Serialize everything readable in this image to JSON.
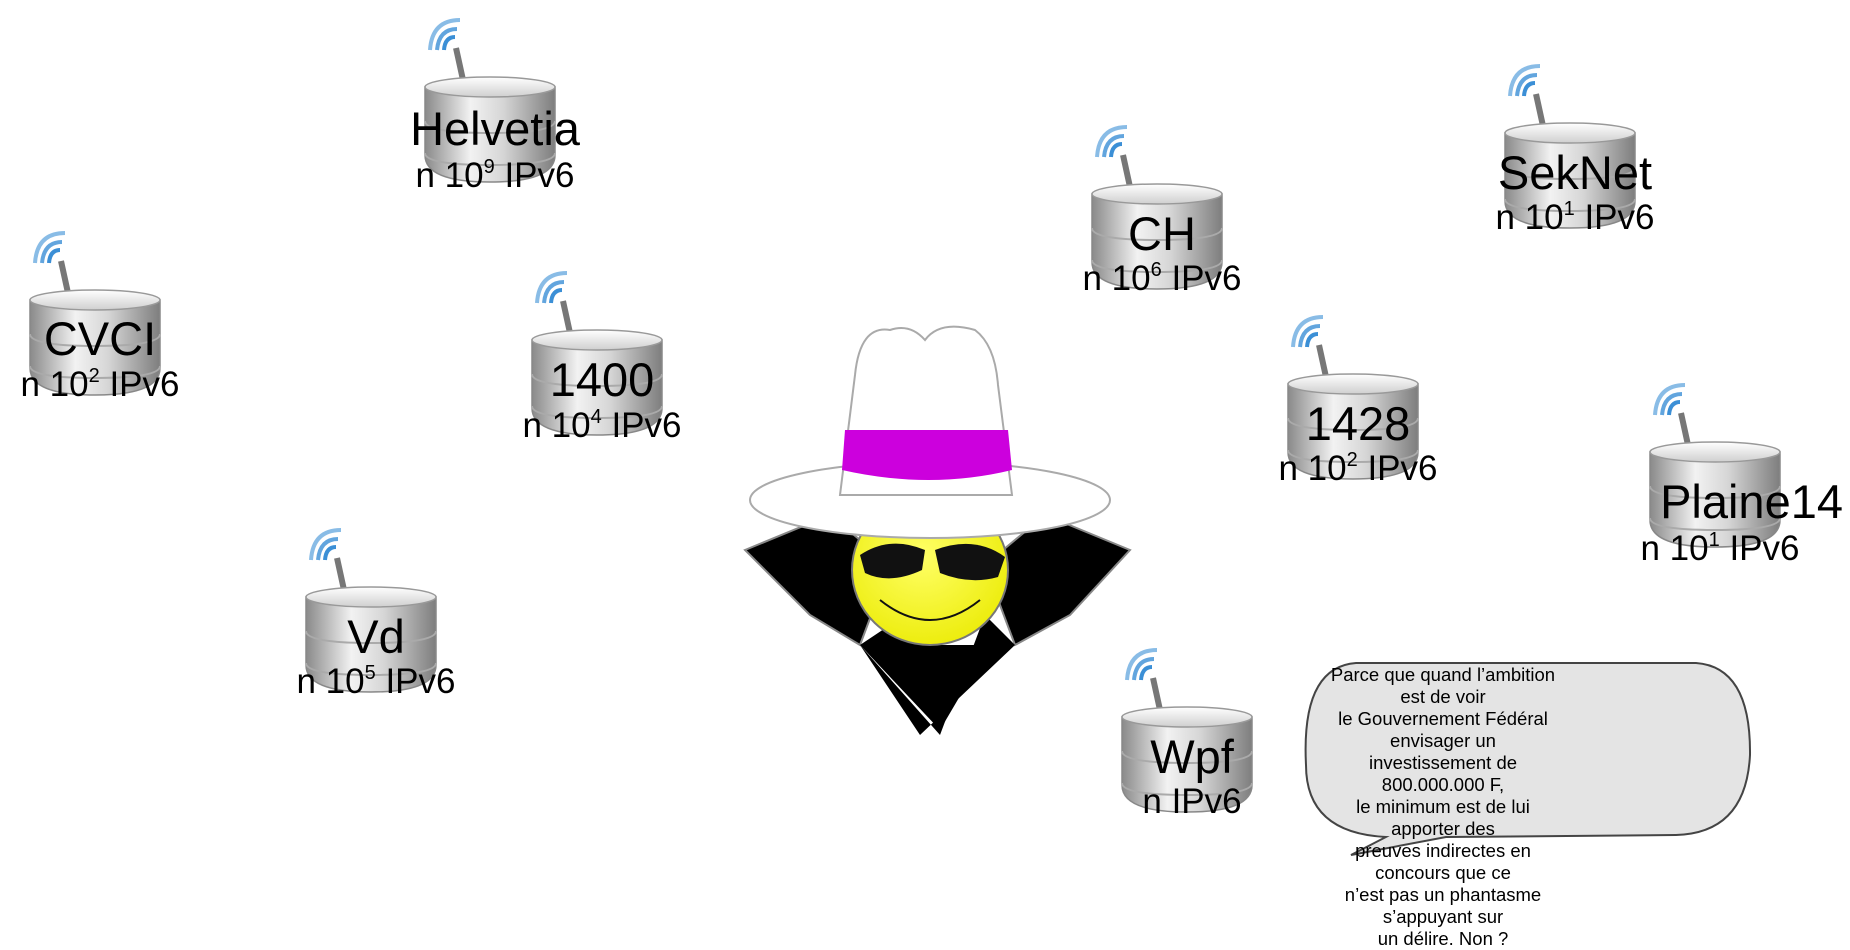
{
  "nodes": [
    {
      "id": "helvetia",
      "name": "Helvetia",
      "prefix": "n 10",
      "exp": "9",
      "suffix": " IPv6"
    },
    {
      "id": "cvci",
      "name": "CVCI",
      "prefix": "n 10",
      "exp": "2",
      "suffix": " IPv6"
    },
    {
      "id": "1400",
      "name": "1400",
      "prefix": "n 10",
      "exp": "4",
      "suffix": " IPv6"
    },
    {
      "id": "vd",
      "name": "Vd",
      "prefix": "n 10",
      "exp": "5",
      "suffix": " IPv6"
    },
    {
      "id": "ch",
      "name": "CH",
      "prefix": "n 10",
      "exp": "6",
      "suffix": " IPv6"
    },
    {
      "id": "seknet",
      "name": "SekNet",
      "prefix": "n 10",
      "exp": "1",
      "suffix": " IPv6"
    },
    {
      "id": "1428",
      "name": "1428",
      "prefix": "n 10",
      "exp": "2",
      "suffix": " IPv6"
    },
    {
      "id": "plaine14",
      "name": "Plaine14",
      "prefix": "n 10",
      "exp": "1",
      "suffix": " IPv6"
    },
    {
      "id": "wpf",
      "name": "Wpf",
      "prefix": "n IPv6",
      "exp": "",
      "suffix": ""
    }
  ],
  "speech_bubble": {
    "lines": [
      "Parce que quand l’ambition est de voir",
      "le Gouvernement Fédéral envisager un",
      "investissement de 800.000.000 F,",
      "le minimum est de lui apporter des",
      "preuves indirectes en concours que ce",
      "n’est pas un phantasme s’appuyant sur",
      "un délire. Non ?"
    ]
  },
  "colors": {
    "server_light": "#eeeeee",
    "server_dark": "#8f8f8f",
    "antenna_wave": "#3b8fd6",
    "hat": "#ffffff",
    "hat_band": "#cc00dd",
    "face": "#ffff00",
    "coat": "#000000",
    "bubble_fill": "#e4e4e4"
  }
}
